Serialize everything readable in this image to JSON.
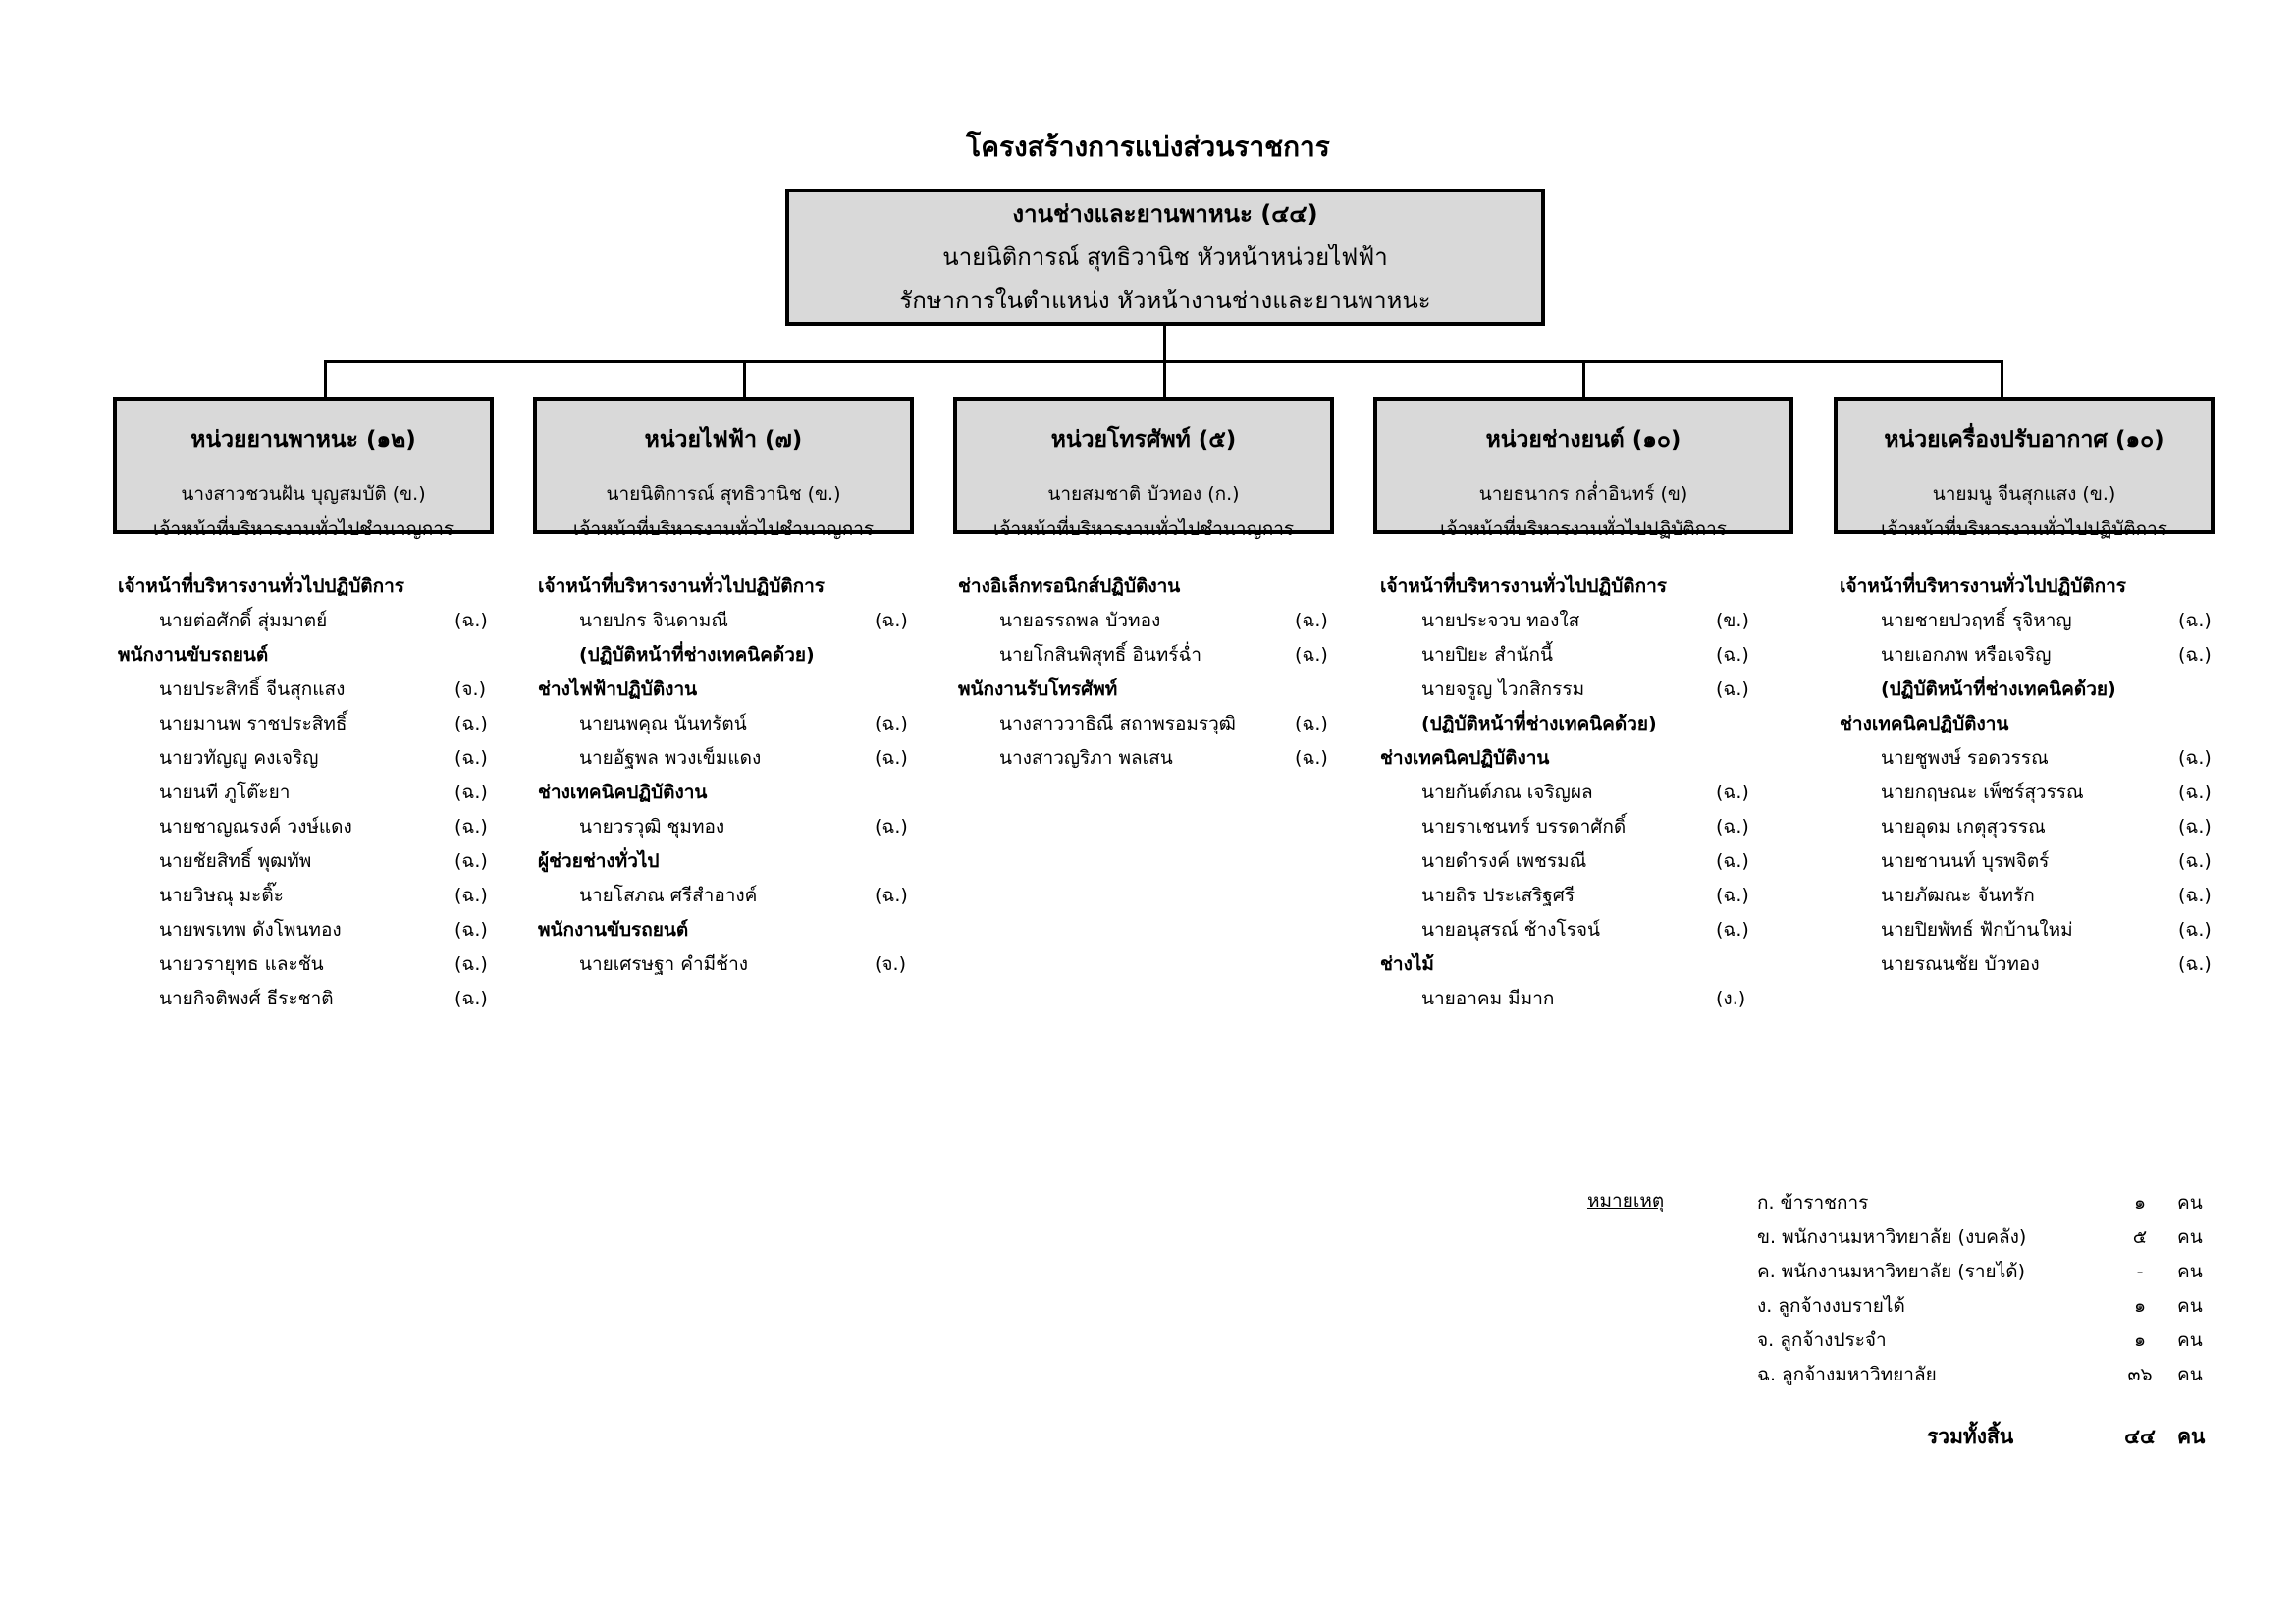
{
  "title": "โครงสร้างการแบ่งส่วนราชการ",
  "top": {
    "name": "งานช่างและยานพาหนะ (๔๔)",
    "head": "นายนิติการณ์  สุทธิวานิช หัวหน้าหน่วยไฟฟ้า",
    "role": "รักษาการในตำแหน่ง หัวหน้างานช่างและยานพาหนะ"
  },
  "units": [
    {
      "name": "หน่วยยานพาหนะ (๑๒)",
      "head": "นางสาวชวนฝัน  บุญสมบัติ (ข.)",
      "position": "เจ้าหน้าที่บริหารงานทั่วไปชำนาญการ",
      "rows": [
        {
          "type": "section",
          "text": "เจ้าหน้าที่บริหารงานทั่วไปปฏิบัติการ"
        },
        {
          "type": "person",
          "text": "นายต่อศักดิ์  สุ่มมาตย์",
          "code": "(ฉ.)"
        },
        {
          "type": "section",
          "text": "พนักงานขับรถยนต์"
        },
        {
          "type": "person",
          "text": "นายประสิทธิ์  จีนสุกแสง",
          "code": "(จ.)"
        },
        {
          "type": "person",
          "text": "นายมานพ  ราชประสิทธิ์",
          "code": "(ฉ.)"
        },
        {
          "type": "person",
          "text": "นายวทัญญู  คงเจริญ",
          "code": "(ฉ.)"
        },
        {
          "type": "person",
          "text": "นายนที  ภูโต๊ะยา",
          "code": "(ฉ.)"
        },
        {
          "type": "person",
          "text": "นายชาญณรงค์  วงษ์แดง",
          "code": "(ฉ.)"
        },
        {
          "type": "person",
          "text": "นายชัยสิทธิ์  พุฒทัพ",
          "code": "(ฉ.)"
        },
        {
          "type": "person",
          "text": "นายวิษณุ  มะติ๊ะ",
          "code": "(ฉ.)"
        },
        {
          "type": "person",
          "text": "นายพรเทพ  ดังโพนทอง",
          "code": "(ฉ.)"
        },
        {
          "type": "person",
          "text": "นายวรายุทธ  และชัน",
          "code": "(ฉ.)"
        },
        {
          "type": "person",
          "text": "นายกิจติพงศ์  ธีระชาติ",
          "code": "(ฉ.)"
        }
      ]
    },
    {
      "name": "หน่วยไฟฟ้า (๗)",
      "head": "นายนิติการณ์  สุทธิวานิช (ข.)",
      "position": "เจ้าหน้าที่บริหารงานทั่วไปชำนาญการ",
      "rows": [
        {
          "type": "section",
          "text": "เจ้าหน้าที่บริหารงานทั่วไปปฏิบัติการ"
        },
        {
          "type": "person",
          "text": "นายปกร  จินดามณี",
          "code": "(ฉ.)"
        },
        {
          "type": "note",
          "text": "(ปฏิบัติหน้าที่ช่างเทคนิคด้วย)"
        },
        {
          "type": "section",
          "text": "ช่างไฟฟ้าปฏิบัติงาน"
        },
        {
          "type": "person",
          "text": "นายนพคุณ  นันทรัตน์",
          "code": "(ฉ.)"
        },
        {
          "type": "person",
          "text": "นายอัฐพล  พวงเข็มแดง",
          "code": "(ฉ.)"
        },
        {
          "type": "section",
          "text": "ช่างเทคนิคปฏิบัติงาน"
        },
        {
          "type": "person",
          "text": "นายวรวุฒิ  ชุมทอง",
          "code": "(ฉ.)"
        },
        {
          "type": "section",
          "text": "ผู้ช่วยช่างทั่วไป"
        },
        {
          "type": "person",
          "text": "นายโสภณ  ศรีสำอางค์",
          "code": "(ฉ.)"
        },
        {
          "type": "section",
          "text": "พนักงานขับรถยนต์"
        },
        {
          "type": "person",
          "text": "นายเศรษฐา  คำมีช้าง",
          "code": "(จ.)"
        }
      ]
    },
    {
      "name": "หน่วยโทรศัพท์ (๕)",
      "head": "นายสมชาติ  บัวทอง (ก.)",
      "position": "เจ้าหน้าที่บริหารงานทั่วไปชำนาญการ",
      "rows": [
        {
          "type": "section",
          "text": "ช่างอิเล็กทรอนิกส์ปฏิบัติงาน"
        },
        {
          "type": "person",
          "text": "นายอรรถพล  บัวทอง",
          "code": "(ฉ.)"
        },
        {
          "type": "person",
          "text": "นายโกสินพิสุทธิ์  อินทร์ฉ่ำ",
          "code": "(ฉ.)"
        },
        {
          "type": "section",
          "text": "พนักงานรับโทรศัพท์"
        },
        {
          "type": "person",
          "text": "นางสาววาธิณี  สถาพรอมรวุฒิ",
          "code": "(ฉ.)"
        },
        {
          "type": "person",
          "text": "นางสาวญริภา  พลเสน",
          "code": "(ฉ.)"
        }
      ]
    },
    {
      "name": "หน่วยช่างยนต์ (๑๐)",
      "head": "นายธนากร  กล่ำอินทร์ (ข)",
      "position": "เจ้าหน้าที่บริหารงานทั่วไปปฏิบัติการ",
      "rows": [
        {
          "type": "section",
          "text": "เจ้าหน้าที่บริหารงานทั่วไปปฏิบัติการ"
        },
        {
          "type": "person",
          "text": "นายประจวบ  ทองใส",
          "code": "(ข.)"
        },
        {
          "type": "person",
          "text": "นายปิยะ  สำนักนี้",
          "code": "(ฉ.)"
        },
        {
          "type": "person",
          "text": "นายจรูญ  ไวกสิกรรม",
          "code": "(ฉ.)"
        },
        {
          "type": "note",
          "text": "(ปฏิบัติหน้าที่ช่างเทคนิคด้วย)"
        },
        {
          "type": "section",
          "text": "ช่างเทคนิคปฏิบัติงาน"
        },
        {
          "type": "person",
          "text": "นายกันต์ภณ  เจริญผล",
          "code": "(ฉ.)"
        },
        {
          "type": "person",
          "text": "นายราเชนทร์  บรรดาศักดิ์",
          "code": "(ฉ.)"
        },
        {
          "type": "person",
          "text": "นายดำรงค์  เพชรมณี",
          "code": "(ฉ.)"
        },
        {
          "type": "person",
          "text": "นายถิร  ประเสริฐศรี",
          "code": "(ฉ.)"
        },
        {
          "type": "person",
          "text": "นายอนุสรณ์  ช้างโรจน์",
          "code": "(ฉ.)"
        },
        {
          "type": "section",
          "text": "ช่างไม้"
        },
        {
          "type": "person",
          "text": "นายอาคม  มีมาก",
          "code": "(ง.)"
        }
      ]
    },
    {
      "name": "หน่วยเครื่องปรับอากาศ (๑๐)",
      "head": "นายมนู  จีนสุกแสง (ข.)",
      "position": "เจ้าหน้าที่บริหารงานทั่วไปปฏิบัติการ",
      "rows": [
        {
          "type": "section",
          "text": "เจ้าหน้าที่บริหารงานทั่วไปปฏิบัติการ"
        },
        {
          "type": "person",
          "text": "นายชายปวฤทธิ์  รุจิหาญ",
          "code": "(ฉ.)"
        },
        {
          "type": "person",
          "text": "นายเอกภพ  หรือเจริญ",
          "code": "(ฉ.)"
        },
        {
          "type": "note",
          "text": "(ปฏิบัติหน้าที่ช่างเทคนิคด้วย)"
        },
        {
          "type": "section",
          "text": "ช่างเทคนิคปฏิบัติงาน"
        },
        {
          "type": "person",
          "text": "นายชูพงษ์  รอดวรรณ",
          "code": "(ฉ.)"
        },
        {
          "type": "person",
          "text": "นายกฤษณะ  เพ็ชร์สุวรรณ",
          "code": "(ฉ.)"
        },
        {
          "type": "person",
          "text": "นายอุดม  เกตุสุวรรณ",
          "code": "(ฉ.)"
        },
        {
          "type": "person",
          "text": "นายชานนท์  บุรพจิตร์",
          "code": "(ฉ.)"
        },
        {
          "type": "person",
          "text": "นายภัฒณะ  จันทรัก",
          "code": "(ฉ.)"
        },
        {
          "type": "person",
          "text": "นายปิยพัทธ์  ฟักบ้านใหม่",
          "code": "(ฉ.)"
        },
        {
          "type": "person",
          "text": "นายรณนชัย  บัวทอง",
          "code": "(ฉ.)"
        }
      ]
    }
  ],
  "remark_label": "หมายเหตุ",
  "legend": [
    {
      "label": "ก. ข้าราชการ",
      "count": "๑",
      "unit": "คน"
    },
    {
      "label": "ข. พนักงานมหาวิทยาลัย (งบคลัง)",
      "count": "๕",
      "unit": "คน"
    },
    {
      "label": "ค. พนักงานมหาวิทยาลัย (รายได้)",
      "count": "-",
      "unit": "คน"
    },
    {
      "label": "ง. ลูกจ้างงบรายได้",
      "count": "๑",
      "unit": "คน"
    },
    {
      "label": "จ. ลูกจ้างประจำ",
      "count": "๑",
      "unit": "คน"
    },
    {
      "label": "ฉ. ลูกจ้างมหาวิทยาลัย",
      "count": "๓๖",
      "unit": "คน"
    }
  ],
  "total": {
    "label": "รวมทั้งสิ้น",
    "count": "๔๔",
    "unit": "คน"
  }
}
